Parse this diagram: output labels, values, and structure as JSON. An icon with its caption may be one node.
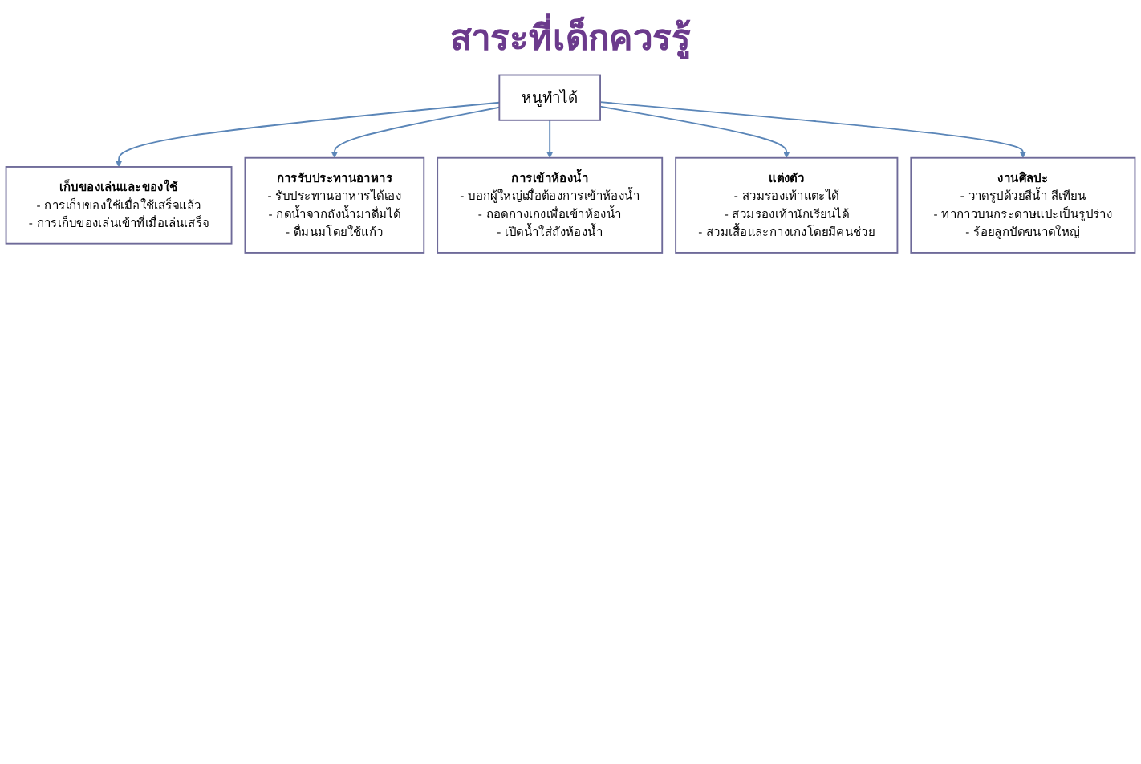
{
  "diagram": {
    "title": "สาระที่เด็กควรรู้",
    "nodes": [
      {
        "text": [
          "เก็บของเล่นและของใช้",
          "- การเก็บของใช้เมื่อใช้เสร็จแล้ว",
          "- การเก็บของเล่นเข้าที่เมื่อเล่นเสร็จ"
        ]
      },
      {
        "text": [
          "การรับประทานอาหาร",
          "- รับประทานอาหารได้เอง",
          "- กดน้ำจากถังน้ำมาดื่มได้",
          "- ดื่มนมโดยใช้แก้ว"
        ]
      },
      {
        "text": [
          "หนูทำได้"
        ]
      },
      {
        "text": [
          "การเข้าห้องน้ำ",
          "- บอกผู้ใหญ่เมื่อต้องการเข้าห้องน้ำ",
          "- ถอดกางเกงเพื่อเข้าห้องน้ำ",
          "- เปิดน้ำใส่ถังห้องน้ำ"
        ]
      },
      {
        "text": [
          "งานศิลปะ",
          "- วาดรูปด้วยสีน้ำ สีเทียน",
          "- ทากาวบนกระดาษแปะเป็นรูปร่าง",
          "- ร้อยลูกปัดขนาดใหญ่"
        ]
      },
      {
        "text": [
          "แต่งตัว",
          "- สวมรองเท้าแตะได้",
          "- สวมรองเท้านักเรียนได้",
          "- สวมเสื้อและกางเกงโดยมีคนช่วย"
        ]
      }
    ],
    "edges": [
      {
        "from": 2,
        "to": 0,
        "arrow": "to"
      },
      {
        "from": 2,
        "to": 1,
        "arrow": "to"
      },
      {
        "from": 2,
        "to": 3,
        "arrow": "to"
      },
      {
        "from": 2,
        "to": 5,
        "arrow": "to"
      },
      {
        "from": 2,
        "to": 4,
        "arrow": "to"
      }
    ]
  }
}
